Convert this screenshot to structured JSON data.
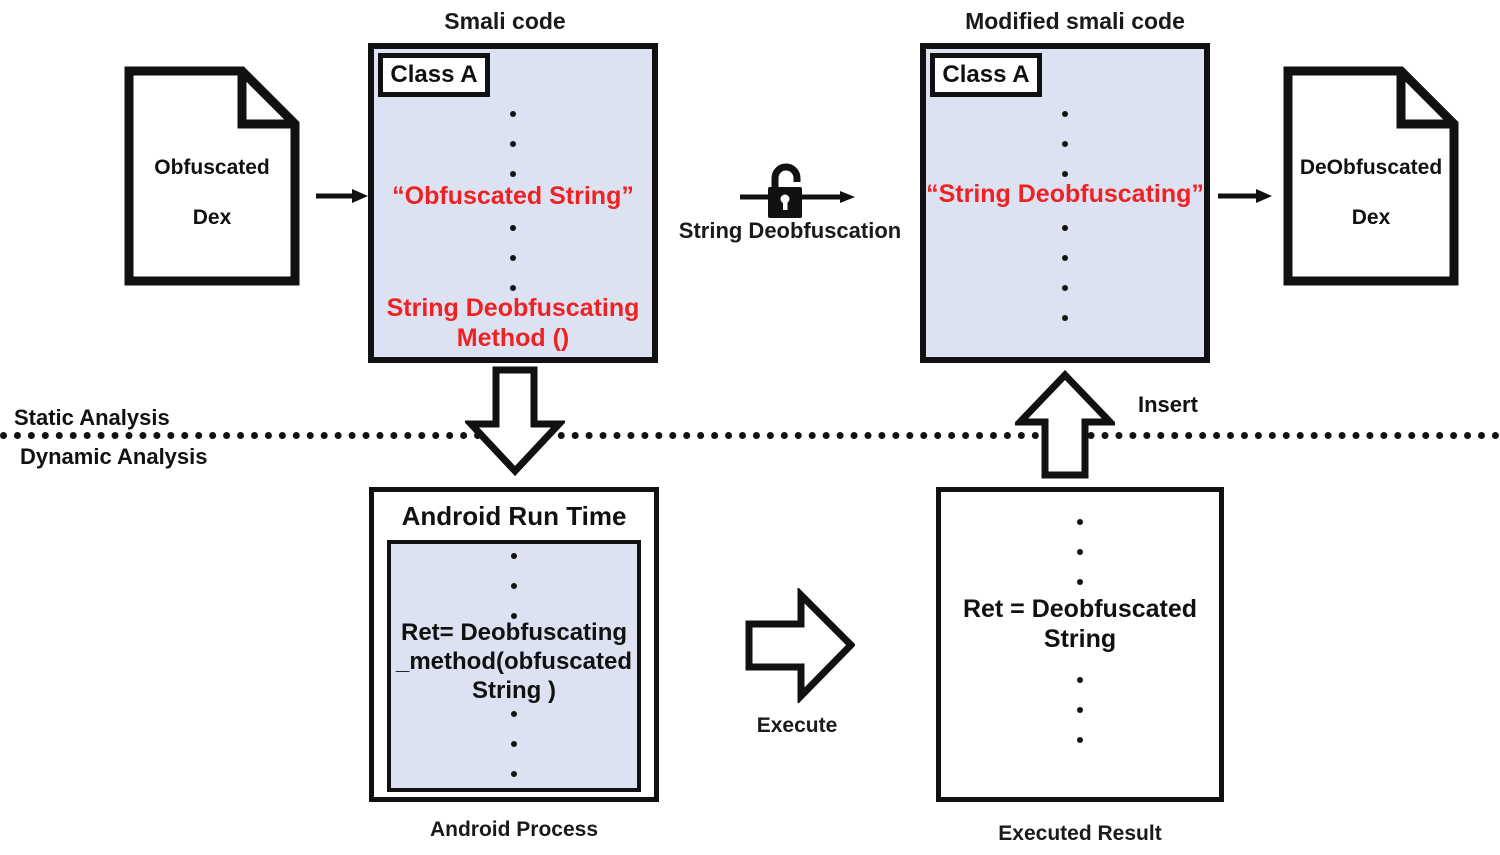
{
  "diagram": {
    "title_left": "Smali code",
    "title_right": "Modified smali code",
    "phase_upper": "Static Analysis",
    "phase_lower": "Dynamic Analysis",
    "colors": {
      "code_panel_fill": "#dce2f2",
      "highlight_red": "#ee2222",
      "stroke": "#111111",
      "background": "#ffffff"
    }
  },
  "input_doc": {
    "name": "obfuscated-dex",
    "line1": "Obfuscated",
    "line2": "Dex",
    "icon": "document-icon"
  },
  "output_doc": {
    "name": "deobfuscated-dex",
    "line1": "DeObfuscated",
    "line2": "Dex",
    "icon": "document-icon"
  },
  "smali_panel": {
    "class_label": "Class A",
    "string_literal": "“Obfuscated String”",
    "method_label": "String Deobfuscating\nMethod ()",
    "dots_above": 3,
    "dots_middle": 3
  },
  "modified_panel": {
    "class_label": "Class A",
    "string_literal": "“String Deobfuscating”",
    "dots_above": 3,
    "dots_below": 4
  },
  "transform": {
    "label": "String Deobfuscation",
    "icon": "open-padlock-icon",
    "arrow": "right-arrow-icon"
  },
  "runtime_box": {
    "header": "Android Run Time",
    "code": "Ret= Deobfuscating\n_method(obfuscated\nString )",
    "footer": "Android Process",
    "dots_above": 3,
    "dots_below": 3
  },
  "result_box": {
    "code": "Ret = Deobfuscated\nString",
    "footer": "Executed Result",
    "dots_above": 3,
    "dots_below": 3
  },
  "arrows": {
    "dex_to_smali": "right-arrow-icon",
    "modified_to_dex": "right-arrow-icon",
    "smali_to_runtime": "down-block-arrow-icon",
    "runtime_to_result": "right-block-arrow-icon",
    "result_to_modified": "up-block-arrow-icon",
    "execute_label": "Execute",
    "insert_label": "Insert"
  }
}
